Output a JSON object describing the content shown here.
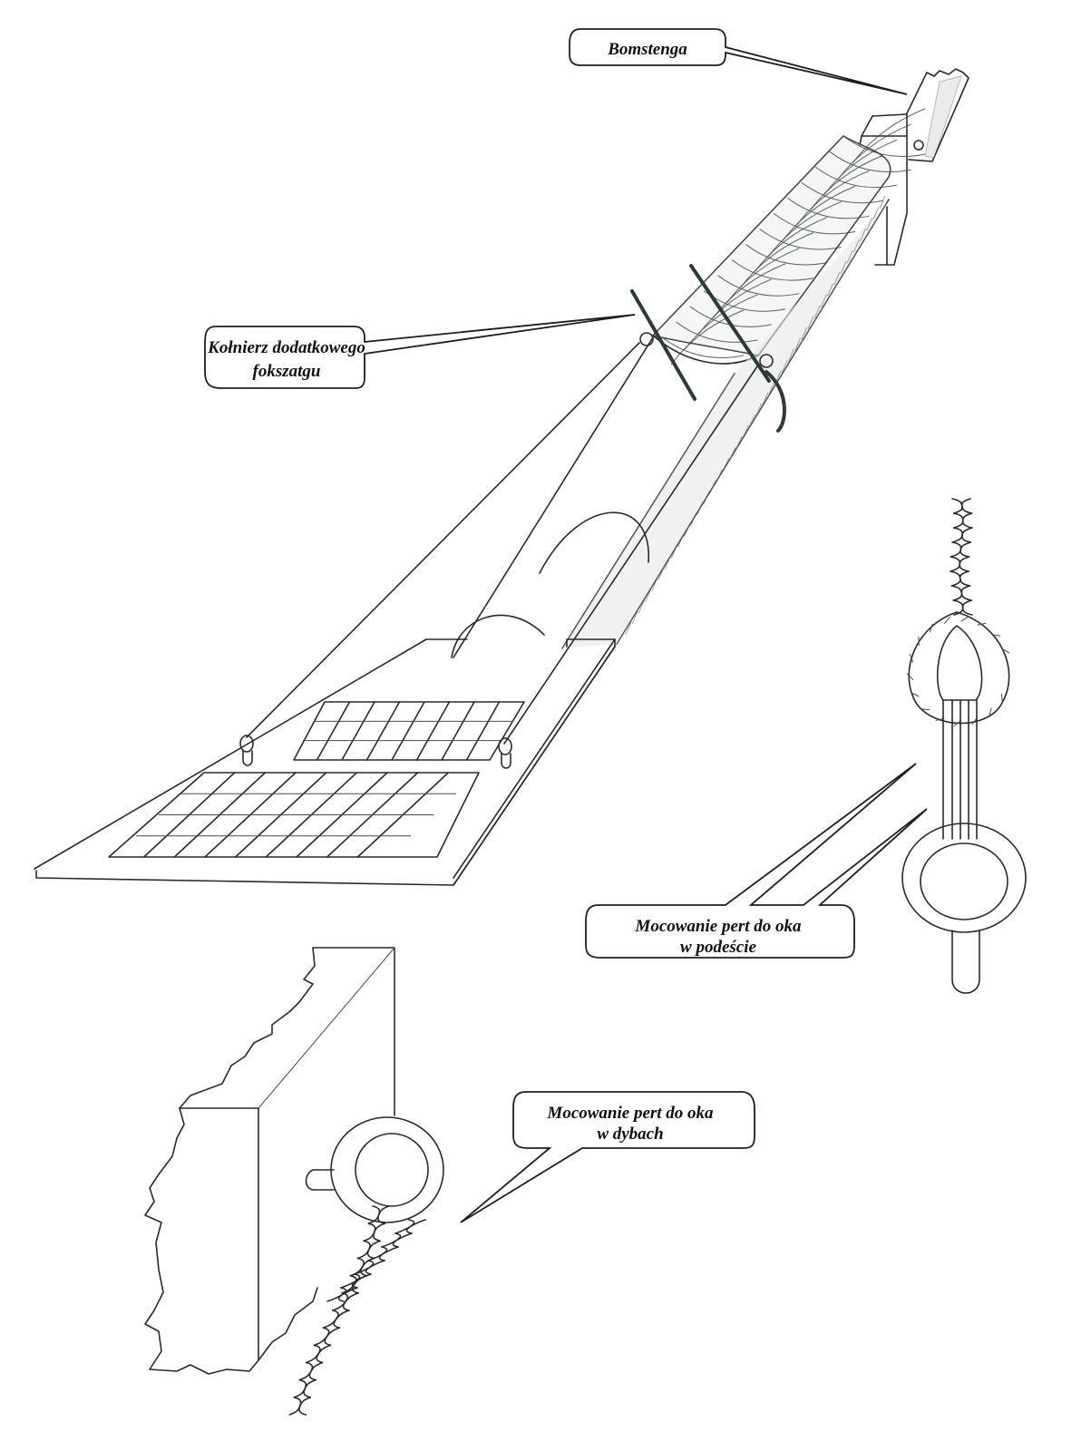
{
  "figure": {
    "title": "Bomstenga bowsprit rigging details",
    "colors": {
      "ink": "#2a2a2a",
      "background": "#ffffff",
      "collar": "#2c3a3a"
    }
  },
  "callouts": {
    "bomstenga": {
      "lines": [
        "Bomstenga"
      ]
    },
    "kolnierz": {
      "lines": [
        "Kołnierz dodatkowego",
        "fokszatgu"
      ]
    },
    "podescie": {
      "lines": [
        "Mocowanie pert do oka",
        "w podeście"
      ]
    },
    "dybach": {
      "lines": [
        "Mocowanie pert do oka",
        "w dybach"
      ]
    }
  },
  "parts": {
    "spar": "bowsprit-spar",
    "platform": "grating-platform",
    "eye_bolt_detail": "eye-bolt-with-rope-detail",
    "bitt_detail": "bitt-post-with-eye-ring-detail"
  }
}
